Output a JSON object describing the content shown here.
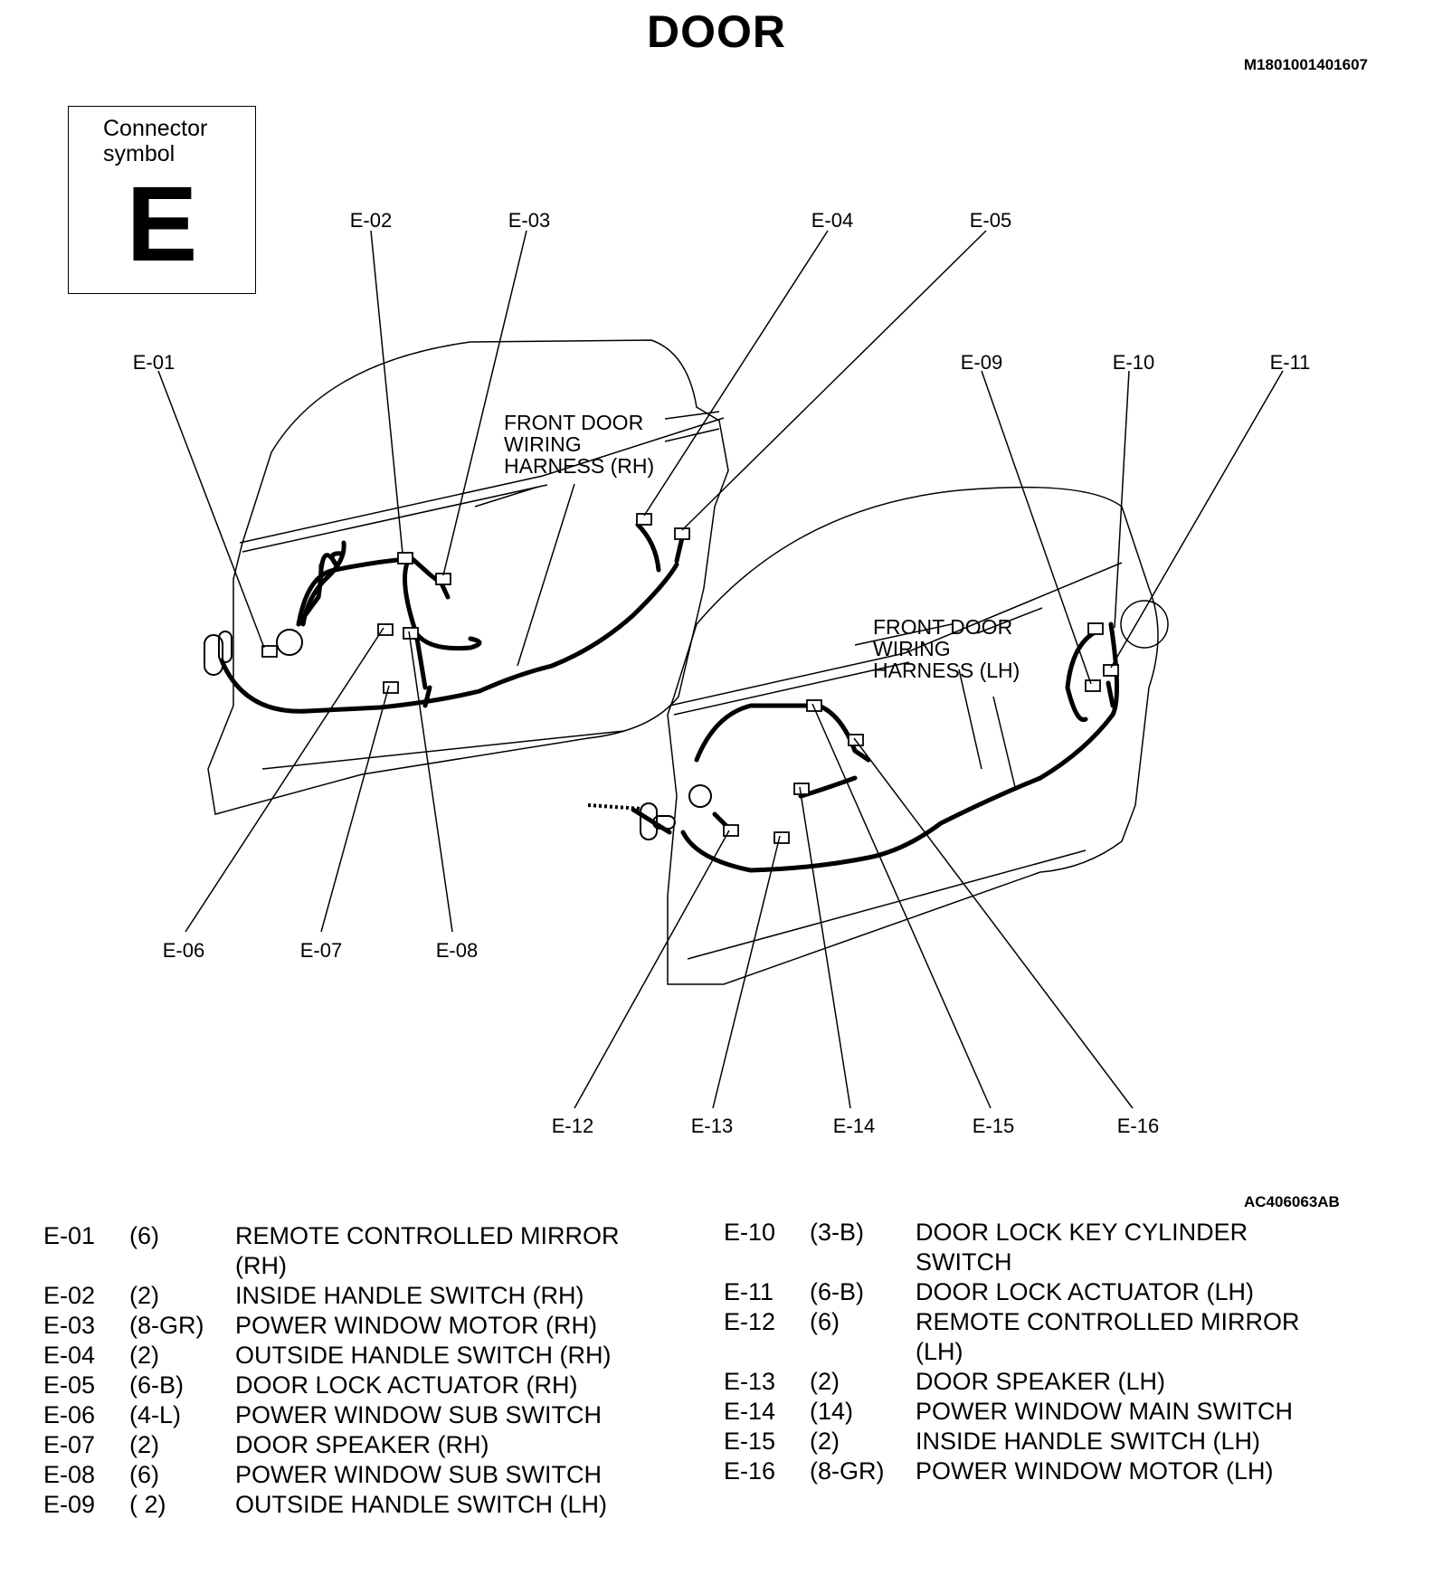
{
  "title": "DOOR",
  "document_id": "M1801001401607",
  "connector_symbol": {
    "label": "Connector\nsymbol",
    "letter": "E"
  },
  "figure_id": "AC406063AB",
  "harness_labels": [
    {
      "id": "rh",
      "lines": [
        "FRONT DOOR",
        "WIRING",
        "HARNESS (RH)"
      ]
    },
    {
      "id": "lh",
      "lines": [
        "FRONT DOOR",
        "WIRING",
        "HARNESS (LH)"
      ]
    }
  ],
  "connector_callouts": [
    "E-01",
    "E-02",
    "E-03",
    "E-04",
    "E-05",
    "E-06",
    "E-07",
    "E-08",
    "E-09",
    "E-10",
    "E-11",
    "E-12",
    "E-13",
    "E-14",
    "E-15",
    "E-16"
  ],
  "legend": {
    "left": [
      {
        "code": "E-01",
        "pins": "(6)",
        "desc": "REMOTE CONTROLLED MIRROR (RH)"
      },
      {
        "code": "E-02",
        "pins": "(2)",
        "desc": "INSIDE HANDLE SWITCH (RH)"
      },
      {
        "code": "E-03",
        "pins": "(8-GR)",
        "desc": "POWER WINDOW MOTOR (RH)"
      },
      {
        "code": "E-04",
        "pins": "(2)",
        "desc": "OUTSIDE HANDLE SWITCH (RH)"
      },
      {
        "code": "E-05",
        "pins": "(6-B)",
        "desc": "DOOR LOCK ACTUATOR (RH)"
      },
      {
        "code": "E-06",
        "pins": "(4-L)",
        "desc": "POWER WINDOW SUB SWITCH"
      },
      {
        "code": "E-07",
        "pins": "(2)",
        "desc": "DOOR SPEAKER (RH)"
      },
      {
        "code": "E-08",
        "pins": "(6)",
        "desc": "POWER WINDOW SUB SWITCH"
      },
      {
        "code": "E-09",
        "pins": "( 2)",
        "desc": "OUTSIDE HANDLE SWITCH (LH)"
      }
    ],
    "right": [
      {
        "code": "E-10",
        "pins": "(3-B)",
        "desc": "DOOR LOCK KEY CYLINDER SWITCH"
      },
      {
        "code": "E-11",
        "pins": "(6-B)",
        "desc": "DOOR LOCK ACTUATOR (LH)"
      },
      {
        "code": "E-12",
        "pins": "(6)",
        "desc": "REMOTE CONTROLLED MIRROR (LH)"
      },
      {
        "code": "E-13",
        "pins": "(2)",
        "desc": "DOOR SPEAKER (LH)"
      },
      {
        "code": "E-14",
        "pins": "(14)",
        "desc": "POWER WINDOW MAIN SWITCH"
      },
      {
        "code": "E-15",
        "pins": "(2)",
        "desc": "INSIDE HANDLE SWITCH (LH)"
      },
      {
        "code": "E-16",
        "pins": "(8-GR)",
        "desc": "POWER WINDOW MOTOR (LH)"
      }
    ]
  }
}
